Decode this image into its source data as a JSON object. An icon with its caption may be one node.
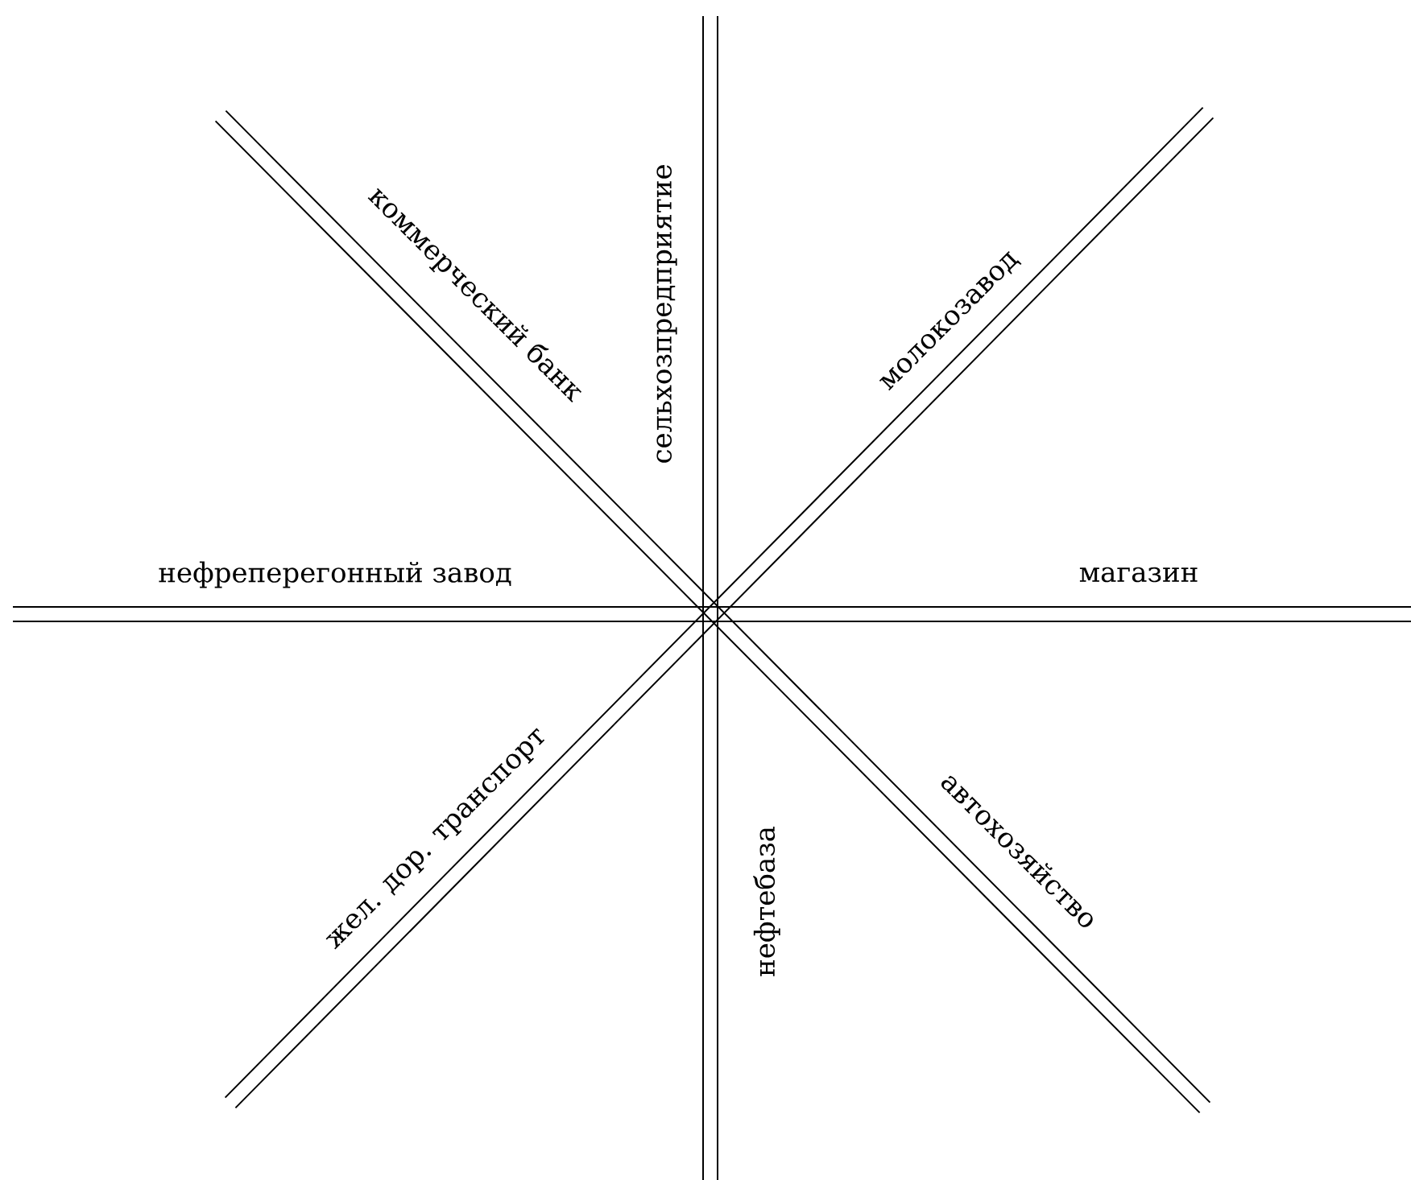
{
  "diagram": {
    "labels": [
      "коммерческий банк",
      "сельхозпредприятие",
      "молокозавод",
      "нефреперегонный завод",
      "магазин",
      "жел. дор. транспорт",
      "нефтебаза",
      "автохозяйство"
    ]
  }
}
